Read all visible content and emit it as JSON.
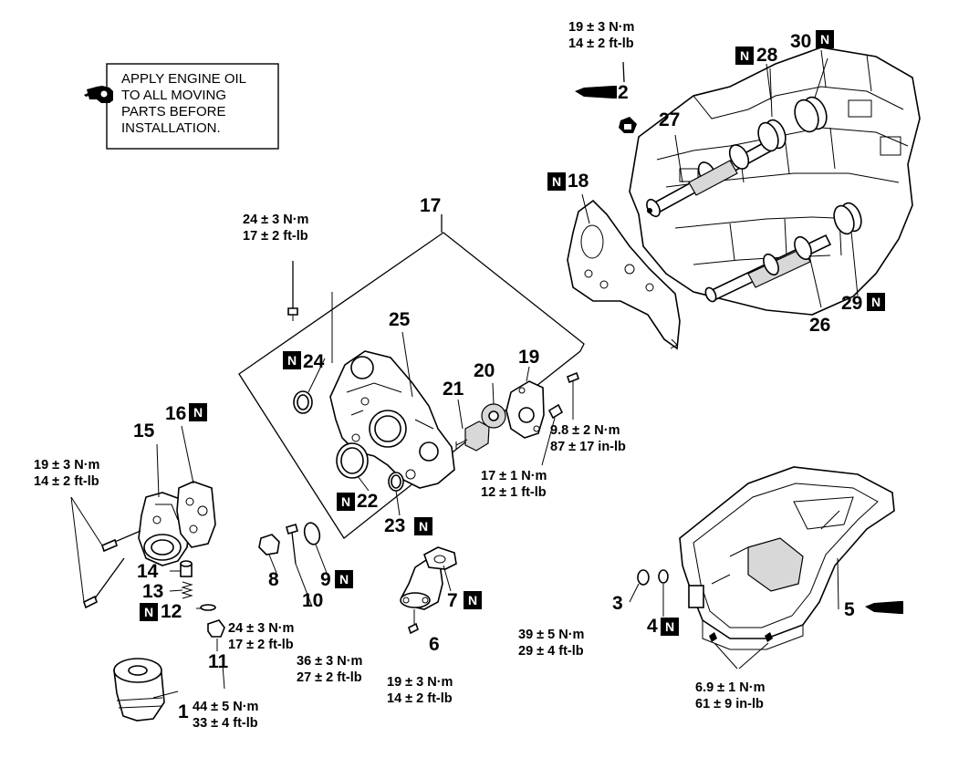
{
  "note": {
    "lines": [
      "APPLY ENGINE OIL",
      "TO ALL MOVING",
      "PARTS BEFORE",
      "INSTALLATION."
    ],
    "icon": "oil-can-icon"
  },
  "replace_mark": "N",
  "sealant_icon": "sealant-tube-icon",
  "callouts": {
    "p1": "1",
    "p2": "2",
    "p3": "3",
    "p4": "4",
    "p5": "5",
    "p6": "6",
    "p7": "7",
    "p8": "8",
    "p9": "9",
    "p10": "10",
    "p11": "11",
    "p12": "12",
    "p13": "13",
    "p14": "14",
    "p15": "15",
    "p16": "16",
    "p17": "17",
    "p18": "18",
    "p19": "19",
    "p20": "20",
    "p21": "21",
    "p22": "22",
    "p23": "23",
    "p24": "24",
    "p25": "25",
    "p26": "26",
    "p27": "27",
    "p28": "28",
    "p29": "29",
    "p30": "30"
  },
  "torques": {
    "t_plug2": [
      "19 ± 3 N·m",
      "14 ± 2 ft-lb"
    ],
    "t_cover_bolt": [
      "24 ± 3 N·m",
      "17 ± 2 ft-lb"
    ],
    "t_bracket": [
      "19 ± 3 N·m",
      "14 ± 2 ft-lb"
    ],
    "t_pump_screw": [
      "9.8 ± 2 N·m",
      "87 ± 17 in-lb"
    ],
    "t_pump_plug": [
      "17 ± 1 N·m",
      "12 ± 1 ft-lb"
    ],
    "t_11": [
      "24 ± 3 N·m",
      "17 ± 2 ft-lb"
    ],
    "t_10": [
      "36 ± 3 N·m",
      "27 ± 2 ft-lb"
    ],
    "t_11b": [
      "44 ± 5 N·m",
      "33 ± 4 ft-lb"
    ],
    "t_6": [
      "19 ± 3 N·m",
      "14 ± 2 ft-lb"
    ],
    "t_3": [
      "39 ± 5 N·m",
      "29 ± 4 ft-lb"
    ],
    "t_pan": [
      "6.9 ± 1 N·m",
      "61 ± 9 in-lb"
    ]
  }
}
